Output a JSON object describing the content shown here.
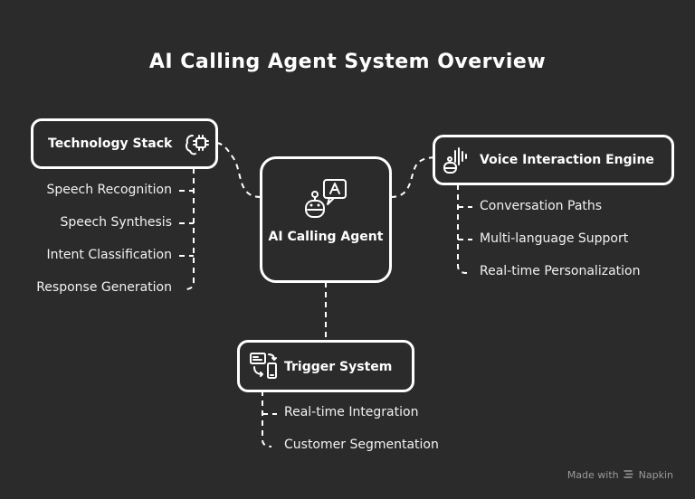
{
  "title": "AI Calling Agent System Overview",
  "center": {
    "label": "AI Calling Agent",
    "icon": "robot-chat-icon"
  },
  "technology_stack": {
    "label": "Technology Stack",
    "icon": "brain-chip-icon",
    "items": [
      "Speech Recognition",
      "Speech Synthesis",
      "Intent Classification",
      "Response Generation"
    ]
  },
  "voice_engine": {
    "label": "Voice Interaction Engine",
    "icon": "voice-waveform-icon",
    "items": [
      "Conversation Paths",
      "Multi-language Support",
      "Real-time Personalization"
    ]
  },
  "trigger_system": {
    "label": "Trigger System",
    "icon": "device-sync-icon",
    "items": [
      "Real-time Integration",
      "Customer Segmentation"
    ]
  },
  "footer": {
    "text": "Made with",
    "brand": "Napkin"
  },
  "colors": {
    "background": "#2b2b2b",
    "stroke": "#ffffff",
    "muted": "#9a9a9a"
  }
}
